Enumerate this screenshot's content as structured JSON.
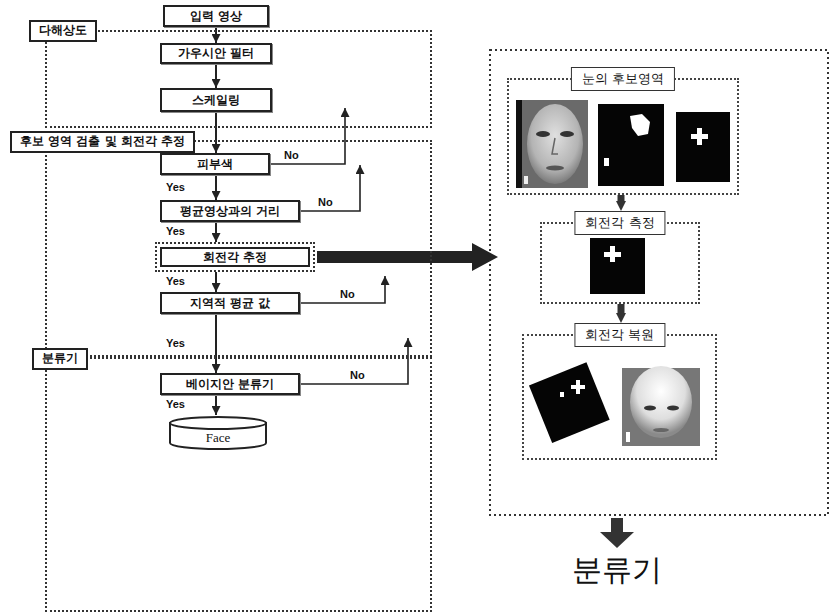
{
  "diagram": {
    "nodes": [
      {
        "text": [
          "입력 영상"
        ]
      },
      {
        "text": [
          "다해상도"
        ]
      },
      {
        "text": [
          "가우시안 필터"
        ],
        "in": 1
      },
      {
        "text": [
          "스케일링"
        ],
        "in": 1
      },
      {
        "text": [
          "후보 영역 검출 및 회전각 추정"
        ]
      },
      {
        "text": [
          "피부색"
        ],
        "in": 4
      },
      {
        "text": [
          "평균영상과의 거리"
        ],
        "in": 4
      },
      {
        "text": [
          "회전각 추정"
        ],
        "in": 4
      },
      {
        "text": [
          "지역적 평균 값"
        ],
        "in": 4
      },
      {
        "text": [
          "분류기"
        ]
      },
      {
        "text": [
          "베이지안 분류기"
        ],
        "in": 9
      },
      {
        "text": [
          "Face"
        ],
        "in": 9
      },
      {
        "text": [
          "눈의 후보영역"
        ]
      },
      {
        "text": [
          "회전각 측정"
        ]
      },
      {
        "text": [
          "회전각 복원"
        ]
      }
    ],
    "edges": [
      {
        "from": 0,
        "to": 2,
        "arrow": "to"
      },
      {
        "from": 2,
        "to": 3,
        "arrow": "to"
      },
      {
        "from": 3,
        "to": 5,
        "arrow": "to"
      },
      {
        "from": 5,
        "to": 6,
        "label": "Yes",
        "arrow": "to"
      },
      {
        "from": 6,
        "to": 7,
        "label": "Yes",
        "arrow": "to"
      },
      {
        "from": 7,
        "to": 8,
        "label": "Yes",
        "arrow": "to"
      },
      {
        "from": 8,
        "to": 10,
        "label": "Yes",
        "arrow": "to"
      },
      {
        "from": 10,
        "to": 11,
        "label": "Yes",
        "arrow": "to"
      },
      {
        "from": 12,
        "to": 13,
        "arrow": "to"
      },
      {
        "from": 13,
        "to": 14,
        "arrow": "to"
      }
    ],
    "labels": [
      "No",
      "No",
      "No",
      "No",
      "분류기"
    ]
  }
}
